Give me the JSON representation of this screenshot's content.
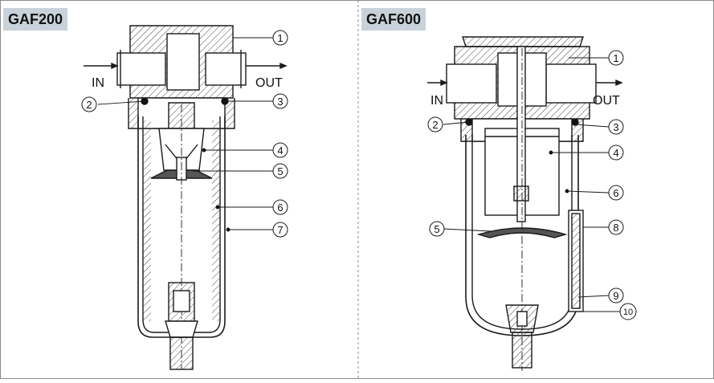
{
  "panels": [
    {
      "title": "GAF200",
      "port_in": "IN",
      "port_out": "OUT",
      "callouts": [
        "1",
        "2",
        "3",
        "4",
        "5",
        "6",
        "7"
      ]
    },
    {
      "title": "GAF600",
      "port_in": "IN",
      "port_out": "OUT",
      "callouts": [
        "1",
        "2",
        "3",
        "4",
        "5",
        "6",
        "8",
        "9",
        "10"
      ]
    }
  ],
  "colors": {
    "header_bg": "#c9d2db",
    "line": "#1a1a1a",
    "hatch": "#555555",
    "divider": "#888888"
  }
}
